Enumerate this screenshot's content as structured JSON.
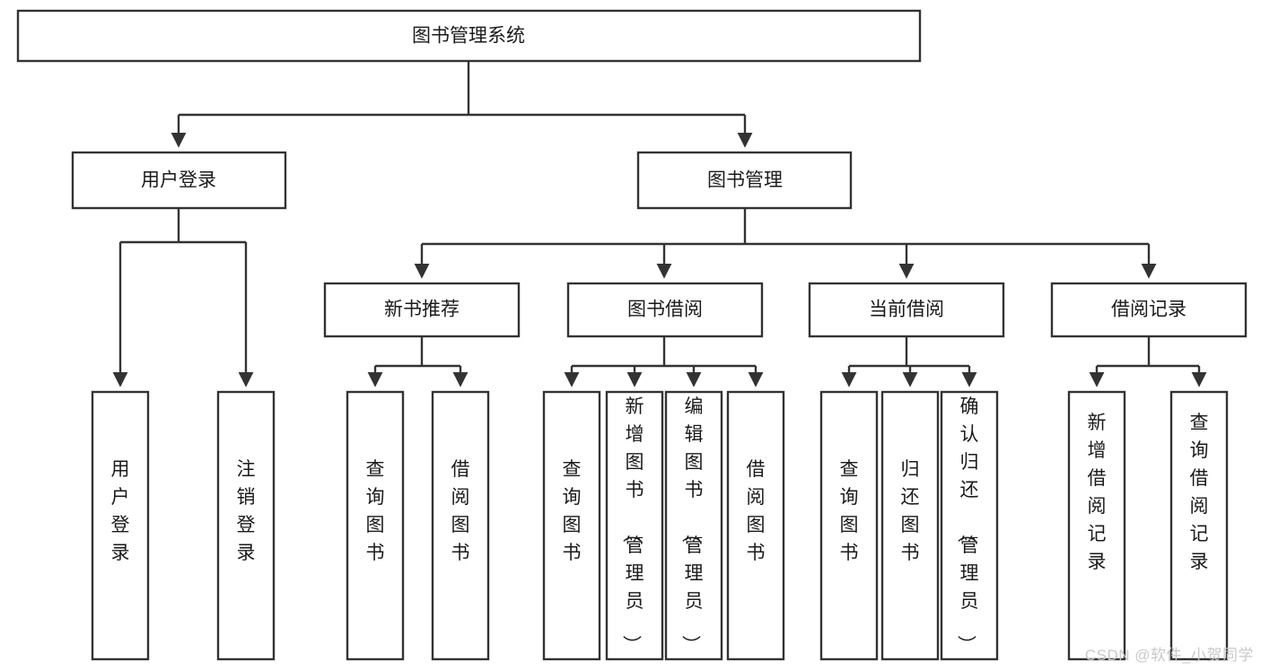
{
  "diagram": {
    "type": "hierarchy-tree",
    "title": "图书管理系统",
    "orientation": "top-down",
    "levels": 4,
    "root": {
      "id": "root",
      "label": "图书管理系统"
    },
    "level2": [
      {
        "id": "user-login",
        "label": "用户登录"
      },
      {
        "id": "book-manage",
        "label": "图书管理"
      }
    ],
    "level3": [
      {
        "id": "new-book-recommend",
        "label": "新书推荐",
        "parent": "book-manage"
      },
      {
        "id": "book-borrow",
        "label": "图书借阅",
        "parent": "book-manage"
      },
      {
        "id": "current-borrow",
        "label": "当前借阅",
        "parent": "book-manage"
      },
      {
        "id": "borrow-record",
        "label": "借阅记录",
        "parent": "book-manage"
      }
    ],
    "leaves": {
      "user-login": [
        {
          "id": "leaf-user-login",
          "label": "用户登录"
        },
        {
          "id": "leaf-user-logout",
          "label": "注销登录"
        }
      ],
      "new-book-recommend": [
        {
          "id": "leaf-query-book-1",
          "label": "查询图书"
        },
        {
          "id": "leaf-borrow-book-1",
          "label": "借阅图书"
        }
      ],
      "book-borrow": [
        {
          "id": "leaf-query-book-2",
          "label": "查询图书"
        },
        {
          "id": "leaf-add-book",
          "label": "新增图书（管理员）"
        },
        {
          "id": "leaf-edit-book",
          "label": "编辑图书（管理员）"
        },
        {
          "id": "leaf-borrow-book-2",
          "label": "借阅图书"
        }
      ],
      "current-borrow": [
        {
          "id": "leaf-query-book-3",
          "label": "查询图书"
        },
        {
          "id": "leaf-return-book",
          "label": "归还图书"
        },
        {
          "id": "leaf-confirm-return",
          "label": "确认归还（管理员）"
        }
      ],
      "borrow-record": [
        {
          "id": "leaf-add-record",
          "label": "新增借阅记录"
        },
        {
          "id": "leaf-query-record",
          "label": "查询借阅记录"
        }
      ]
    },
    "colors": {
      "box_fill": "#ffffff",
      "box_stroke": "#333333",
      "text": "#1a1a1a",
      "connector": "#333333",
      "watermark": "#c9c9c9",
      "background": "#ffffff"
    }
  },
  "watermark": {
    "label": "CSDN @软件_小贺同学"
  }
}
